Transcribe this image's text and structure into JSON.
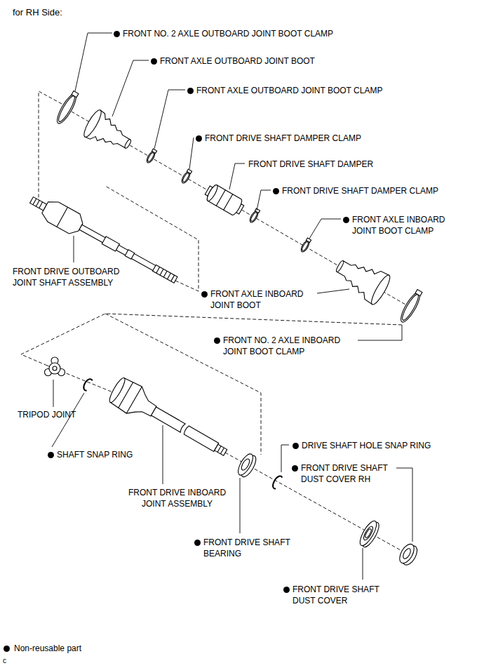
{
  "diagram": {
    "title": "for RH Side:",
    "labels": [
      "FRONT NO. 2 AXLE OUTBOARD JOINT BOOT CLAMP",
      "FRONT AXLE OUTBOARD JOINT BOOT",
      "FRONT AXLE OUTBOARD JOINT BOOT CLAMP",
      "FRONT DRIVE SHAFT DAMPER CLAMP",
      "FRONT DRIVE SHAFT DAMPER",
      "FRONT DRIVE SHAFT DAMPER CLAMP",
      "FRONT AXLE INBOARD JOINT BOOT CLAMP",
      "FRONT DRIVE OUTBOARD JOINT SHAFT ASSEMBLY",
      "FRONT AXLE INBOARD JOINT BOOT",
      "FRONT NO. 2 AXLE INBOARD JOINT BOOT CLAMP",
      "TRIPOD JOINT",
      "SHAFT SNAP RING",
      "FRONT DRIVE INBOARD JOINT ASSEMBLY",
      "DRIVE SHAFT HOLE SNAP RING",
      "FRONT DRIVE SHAFT DUST COVER RH",
      "FRONT DRIVE SHAFT BEARING",
      "FRONT DRIVE SHAFT DUST COVER",
      "c"
    ],
    "legend": [
      {
        "text": "Non-reusable part"
      }
    ]
  }
}
